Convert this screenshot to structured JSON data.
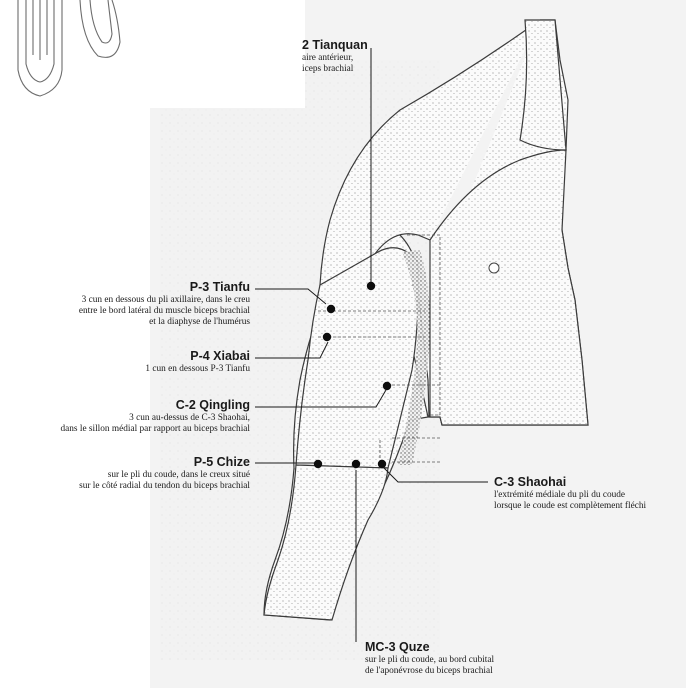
{
  "points": [
    {
      "id": "p3",
      "name": "P-3 Tianfu",
      "lines": [
        "3 cun en dessous du pli axillaire, dans le creu",
        "entre le bord latéral du muscle biceps brachial",
        "et la diaphyse de l'humérus"
      ]
    },
    {
      "id": "p4",
      "name": "P-4 Xiabai",
      "lines": [
        "1 cun en dessous P-3 Tianfu"
      ]
    },
    {
      "id": "c2",
      "name": "C-2 Qingling",
      "lines": [
        "3 cun au-dessus de C-3 Shaohai,",
        "dans le sillon médial par rapport au biceps brachial"
      ]
    },
    {
      "id": "p5",
      "name": "P-5 Chize",
      "lines": [
        "sur le pli du coude, dans le creux situé",
        "sur le côté radial du tendon du biceps brachial"
      ]
    },
    {
      "id": "c3",
      "name": "C-3 Shaohai",
      "lines": [
        "l'extrémité médiale du pli du coude",
        "lorsque le coude est complètement fléchi"
      ]
    },
    {
      "id": "mc3",
      "name": "MC-3 Quze",
      "lines": [
        "sur le pli du coude, au bord cubital",
        "de l'aponévrose du biceps brachial"
      ]
    },
    {
      "id": "mc2",
      "name": "2 Tianquan",
      "lines": [
        "aire antérieur,",
        "iceps brachial"
      ]
    }
  ]
}
